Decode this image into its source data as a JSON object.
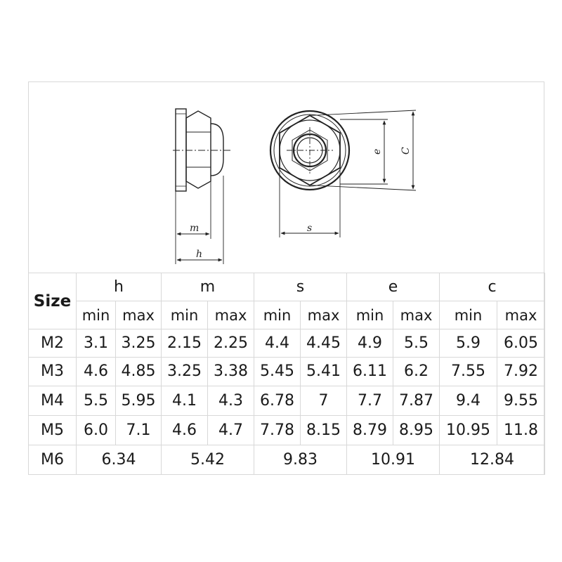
{
  "drawing": {
    "labels": {
      "m": "m",
      "h": "h",
      "s": "s",
      "e": "e",
      "c": "C"
    }
  },
  "table": {
    "size_header": "Size",
    "groups": [
      "h",
      "m",
      "s",
      "e",
      "c"
    ],
    "sub_headers": [
      "min",
      "max"
    ],
    "rows": [
      {
        "size": "M2",
        "values": [
          "3.1",
          "3.25",
          "2.15",
          "2.25",
          "4.4",
          "4.45",
          "4.9",
          "5.5",
          "5.9",
          "6.05"
        ]
      },
      {
        "size": "M3",
        "values": [
          "4.6",
          "4.85",
          "3.25",
          "3.38",
          "5.45",
          "5.41",
          "6.11",
          "6.2",
          "7.55",
          "7.92"
        ]
      },
      {
        "size": "M4",
        "values": [
          "5.5",
          "5.95",
          "4.1",
          "4.3",
          "6.78",
          "7",
          "7.7",
          "7.87",
          "9.4",
          "9.55"
        ]
      },
      {
        "size": "M5",
        "values": [
          "6.0",
          "7.1",
          "4.6",
          "4.7",
          "7.78",
          "8.15",
          "8.79",
          "8.95",
          "10.95",
          "11.8"
        ]
      },
      {
        "size": "M6",
        "values": [
          "6.34",
          "5.42",
          "9.83",
          "10.91",
          "12.84"
        ]
      }
    ]
  }
}
